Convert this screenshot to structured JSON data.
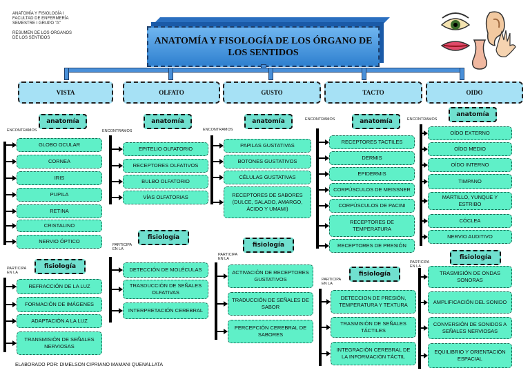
{
  "header": {
    "line1": "ANATOMÍA Y FISIOLOGÍA I",
    "line2": "FACULTAD DE ENFERMERÍA",
    "line3": "SEMESTRE I GRUPO \"A\"",
    "line4": "RESUMEN DE LOS ORGANOS",
    "line5": "DE LOS SENTIDOS"
  },
  "title": {
    "line1": "ANATOMÍA Y FISOLOGÍA DE LOS ÓRGANO DE",
    "line2": "LOS SENTIDOS"
  },
  "categories": [
    "VISTA",
    "OLFATO",
    "GUSTO",
    "TACTO",
    "OIDO"
  ],
  "labels": {
    "anatomia": "anatomía",
    "fisiologia": "fisiología",
    "encontramos": "ENCONTRAMOS",
    "participa": "PARTICIPA EN LA"
  },
  "vista": {
    "anatomia": [
      "GLOBO OCULAR",
      "CORNEA",
      "IRIS",
      "PUPILA",
      "RETINA",
      "CRISTALINO",
      "NERVIO ÓPTICO"
    ],
    "fisiologia": [
      "REFRACCIÓN DE LA LUZ",
      "FORMACIÓN DE IMÁGENES",
      "ADAPTACIÓN A LA LUZ",
      "TRANSMISIÓN DE SEÑALES NERVIOSAS"
    ]
  },
  "olfato": {
    "anatomia": [
      "EPITELIO OLFATORIO",
      "RECEPTORES OLFATIVOS",
      "BULBO OLFATORIO",
      "VÍAS OLFATORIAS"
    ],
    "fisiologia": [
      "DETECCIÓN DE MOLÉCULAS",
      "TRASDUCCIÓN DE SEÑALES OLFATIVAS",
      "INTERPRETACIÓN CEREBRAL"
    ]
  },
  "gusto": {
    "anatomia": [
      "PAPILAS GUSTATIVAS",
      "BOTONES GUSTATIVOS",
      "CÉLULAS GUSTATIVAS",
      "RECEPTORES DE SABORES (DULCE, SALADO, AMARGO, ÁCIDO Y UMAMI)"
    ],
    "fisiologia": [
      "ACTIVACIÓN DE RECEPTORES GUSTATIVOS",
      "TRADUCCIÓN DE SEÑALES DE SABOR",
      "PERCEPCIÓN CEREBRAL DE SABORES"
    ]
  },
  "tacto": {
    "anatomia": [
      "RECEPTORES TACTILES",
      "DERMIS",
      "EPIDERMIS",
      "CORPÚSCULOS DE MEISSNER",
      "CORPÚSCULOS DE PACINI",
      "RECEPTORES DE TEMPERATURA",
      "RECEPTORES DE PRESIÓN"
    ],
    "fisiologia": [
      "DETECCION DE PRESIÓN, TEMPERATURA Y TEXTURA",
      "TRASMISIÓN DE SEÑALES TÁCTILES",
      "INTEGRACIÓN CEREBRAL DE LA INFORMACIÓN TÁCTIL"
    ]
  },
  "oido": {
    "anatomia": [
      "OÍDO EXTERNO",
      "OÍDO MEDIO",
      "OÍDO INTERNO",
      "TIMPANO",
      "MARTILLO, YUNQUE Y ESTRIBO",
      "CÓCLEA",
      "NERVIO AUDITIVO"
    ],
    "fisiologia": [
      "TRASMISIÓN DE ONDAS SONORAS",
      "AMPLIFICACIÓN DEL SONIDO",
      "CONVERSIÓN DE SONIDOS A SEÑALES NERVIOSAS",
      "EQUILIBRIO Y ORIENTACIÓN ESPACIAL"
    ]
  },
  "footer": "ELABORADO POR: DIMELSON CIPRIANO MAMANI QUENALLATA"
}
